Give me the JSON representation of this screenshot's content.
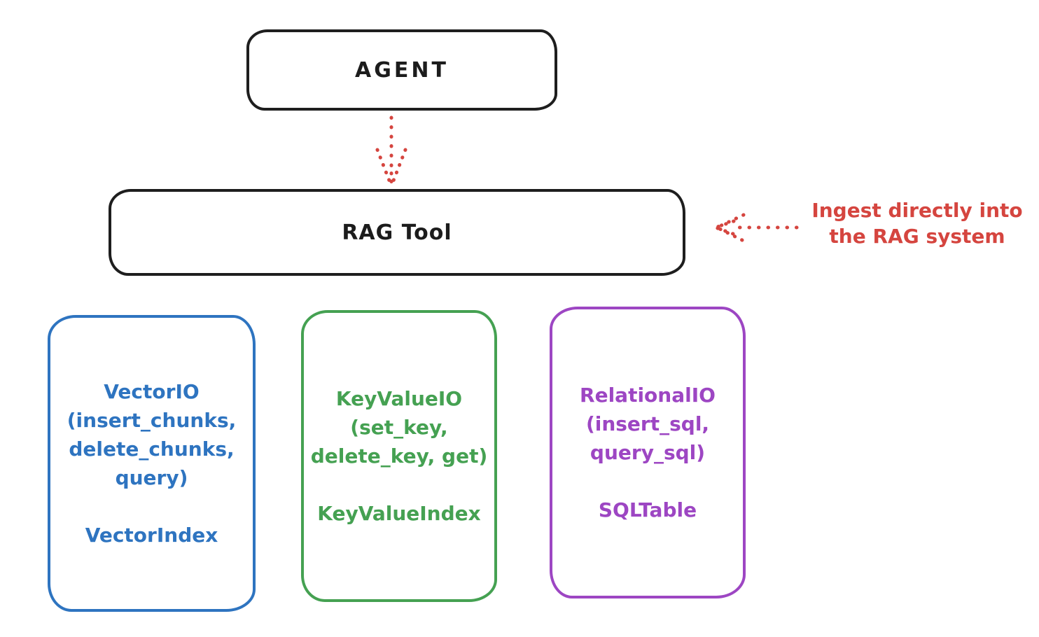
{
  "diagram": {
    "agent": {
      "label": "AGENT"
    },
    "rag_tool": {
      "label": "RAG Tool"
    },
    "annotation": {
      "line1": "Ingest directly into",
      "line2": "the RAG system"
    },
    "backends": [
      {
        "name": "vector-io",
        "color": "#2e74c0",
        "lines": [
          "VectorIO",
          "(insert_chunks,",
          "delete_chunks,",
          "query)"
        ],
        "index_label": "VectorIndex"
      },
      {
        "name": "keyvalue-io",
        "color": "#45a152",
        "lines": [
          "KeyValueIO",
          "(set_key,",
          "delete_key, get)"
        ],
        "index_label": "KeyValueIndex"
      },
      {
        "name": "relational-io",
        "color": "#9d46c3",
        "lines": [
          "RelationalIO",
          "(insert_sql,",
          "query_sql)"
        ],
        "index_label": "SQLTable"
      }
    ],
    "colors": {
      "stroke_black": "#1e1e1e",
      "arrow_red": "#d5453f",
      "vector_blue": "#2e74c0",
      "keyvalue_green": "#45a152",
      "relational_purple": "#9d46c3"
    }
  }
}
